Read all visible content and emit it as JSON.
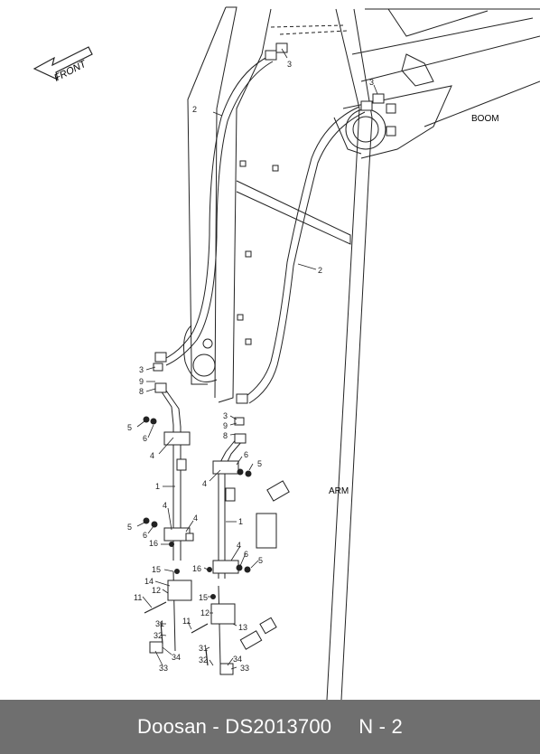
{
  "diagram": {
    "direction_label": "FRONT",
    "region_labels": {
      "boom": "BOOM",
      "arm": "ARM"
    },
    "callouts": [
      {
        "id": "c3a",
        "text": "3"
      },
      {
        "id": "c2a",
        "text": "2"
      },
      {
        "id": "c3b",
        "text": "3"
      },
      {
        "id": "c2b",
        "text": "2"
      },
      {
        "id": "c3c",
        "text": "3"
      },
      {
        "id": "c9a",
        "text": "9"
      },
      {
        "id": "c8a",
        "text": "8"
      },
      {
        "id": "c5a",
        "text": "5"
      },
      {
        "id": "c6a",
        "text": "6"
      },
      {
        "id": "c4a",
        "text": "4"
      },
      {
        "id": "c1a",
        "text": "1"
      },
      {
        "id": "c4b",
        "text": "4"
      },
      {
        "id": "c4c",
        "text": "4"
      },
      {
        "id": "c5b",
        "text": "5"
      },
      {
        "id": "c6b",
        "text": "6"
      },
      {
        "id": "c16a",
        "text": "16"
      },
      {
        "id": "c15a",
        "text": "15"
      },
      {
        "id": "c14",
        "text": "14"
      },
      {
        "id": "c12a",
        "text": "12"
      },
      {
        "id": "c11a",
        "text": "11"
      },
      {
        "id": "c31a",
        "text": "31"
      },
      {
        "id": "c32a",
        "text": "32"
      },
      {
        "id": "c11b",
        "text": "11"
      },
      {
        "id": "c34a",
        "text": "34"
      },
      {
        "id": "c33a",
        "text": "33"
      },
      {
        "id": "c3d",
        "text": "3"
      },
      {
        "id": "c9b",
        "text": "9"
      },
      {
        "id": "c8b",
        "text": "8"
      },
      {
        "id": "c6c",
        "text": "6"
      },
      {
        "id": "c5c",
        "text": "5"
      },
      {
        "id": "c4d",
        "text": "4"
      },
      {
        "id": "c1b",
        "text": "1"
      },
      {
        "id": "c4e",
        "text": "4"
      },
      {
        "id": "c6d",
        "text": "6"
      },
      {
        "id": "c5d",
        "text": "5"
      },
      {
        "id": "c16b",
        "text": "16"
      },
      {
        "id": "c15b",
        "text": "15"
      },
      {
        "id": "c12b",
        "text": "12"
      },
      {
        "id": "c13",
        "text": "13"
      },
      {
        "id": "c31b",
        "text": "31"
      },
      {
        "id": "c32b",
        "text": "32"
      },
      {
        "id": "c34b",
        "text": "34"
      },
      {
        "id": "c33b",
        "text": "33"
      }
    ]
  },
  "footer": {
    "part_text": "Doosan - DS2013700",
    "page_text": "N - 2"
  },
  "colors": {
    "line": "#222222",
    "footer_bg": "#6f6f6f",
    "footer_text": "#ffffff"
  }
}
